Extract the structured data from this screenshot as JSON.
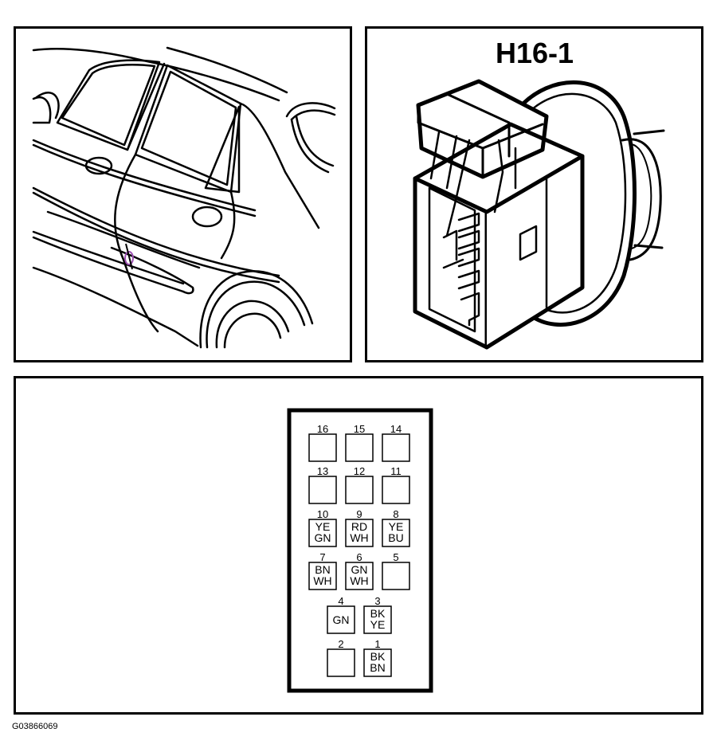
{
  "connector": {
    "title": "H16-1"
  },
  "figure_id": "G03866069",
  "pins": [
    {
      "num": "16",
      "wire": [
        "",
        ""
      ]
    },
    {
      "num": "15",
      "wire": [
        "",
        ""
      ]
    },
    {
      "num": "14",
      "wire": [
        "",
        ""
      ]
    },
    {
      "num": "13",
      "wire": [
        "",
        ""
      ]
    },
    {
      "num": "12",
      "wire": [
        "",
        ""
      ]
    },
    {
      "num": "11",
      "wire": [
        "",
        ""
      ]
    },
    {
      "num": "10",
      "wire": [
        "YE",
        "GN"
      ]
    },
    {
      "num": "9",
      "wire": [
        "RD",
        "WH"
      ]
    },
    {
      "num": "8",
      "wire": [
        "YE",
        "BU"
      ]
    },
    {
      "num": "7",
      "wire": [
        "BN",
        "WH"
      ]
    },
    {
      "num": "6",
      "wire": [
        "GN",
        "WH"
      ]
    },
    {
      "num": "5",
      "wire": [
        "",
        ""
      ]
    },
    {
      "num": "4",
      "wire": [
        "GN",
        ""
      ]
    },
    {
      "num": "3",
      "wire": [
        "BK",
        "YE"
      ]
    },
    {
      "num": "2",
      "wire": [
        "",
        ""
      ]
    },
    {
      "num": "1",
      "wire": [
        "BK",
        "BN"
      ]
    }
  ],
  "colors": {
    "stroke": "#000000",
    "location_marker": "#9b4fb0"
  }
}
